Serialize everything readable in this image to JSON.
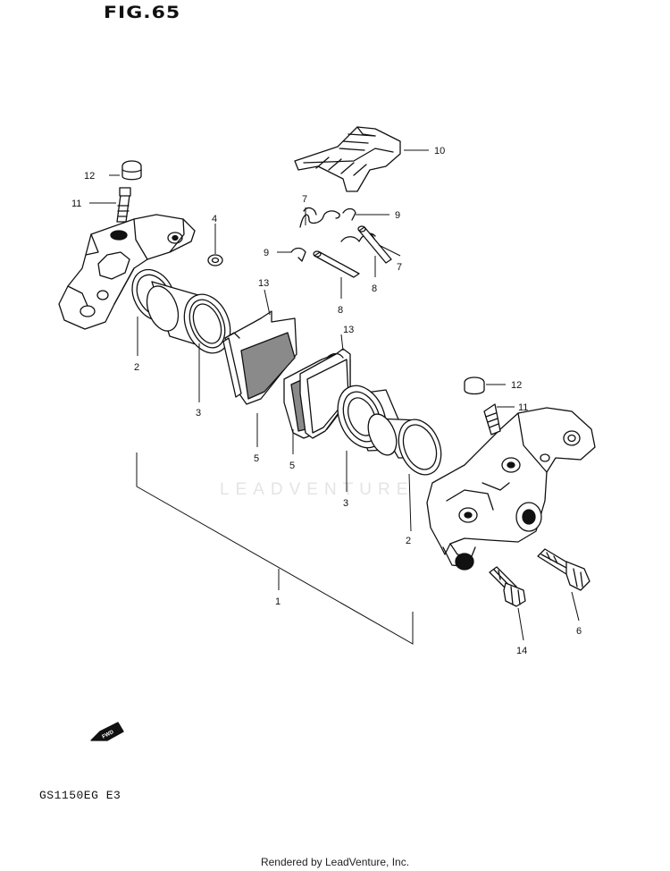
{
  "figure_title": "FIG.65",
  "model_code": "GS1150EG  E3",
  "footer": "Rendered by LeadVenture, Inc.",
  "watermark": "LEADVENTURE",
  "fwd_label": "FWD",
  "callouts": {
    "c1": "1",
    "c2a": "2",
    "c2b": "2",
    "c3a": "3",
    "c3b": "3",
    "c4": "4",
    "c5a": "5",
    "c5b": "5",
    "c6": "6",
    "c7a": "7",
    "c7b": "7",
    "c8a": "8",
    "c8b": "8",
    "c9a": "9",
    "c9b": "9",
    "c10": "10",
    "c11a": "11",
    "c11b": "11",
    "c12a": "12",
    "c12b": "12",
    "c13a": "13",
    "c13b": "13",
    "c14": "14"
  }
}
